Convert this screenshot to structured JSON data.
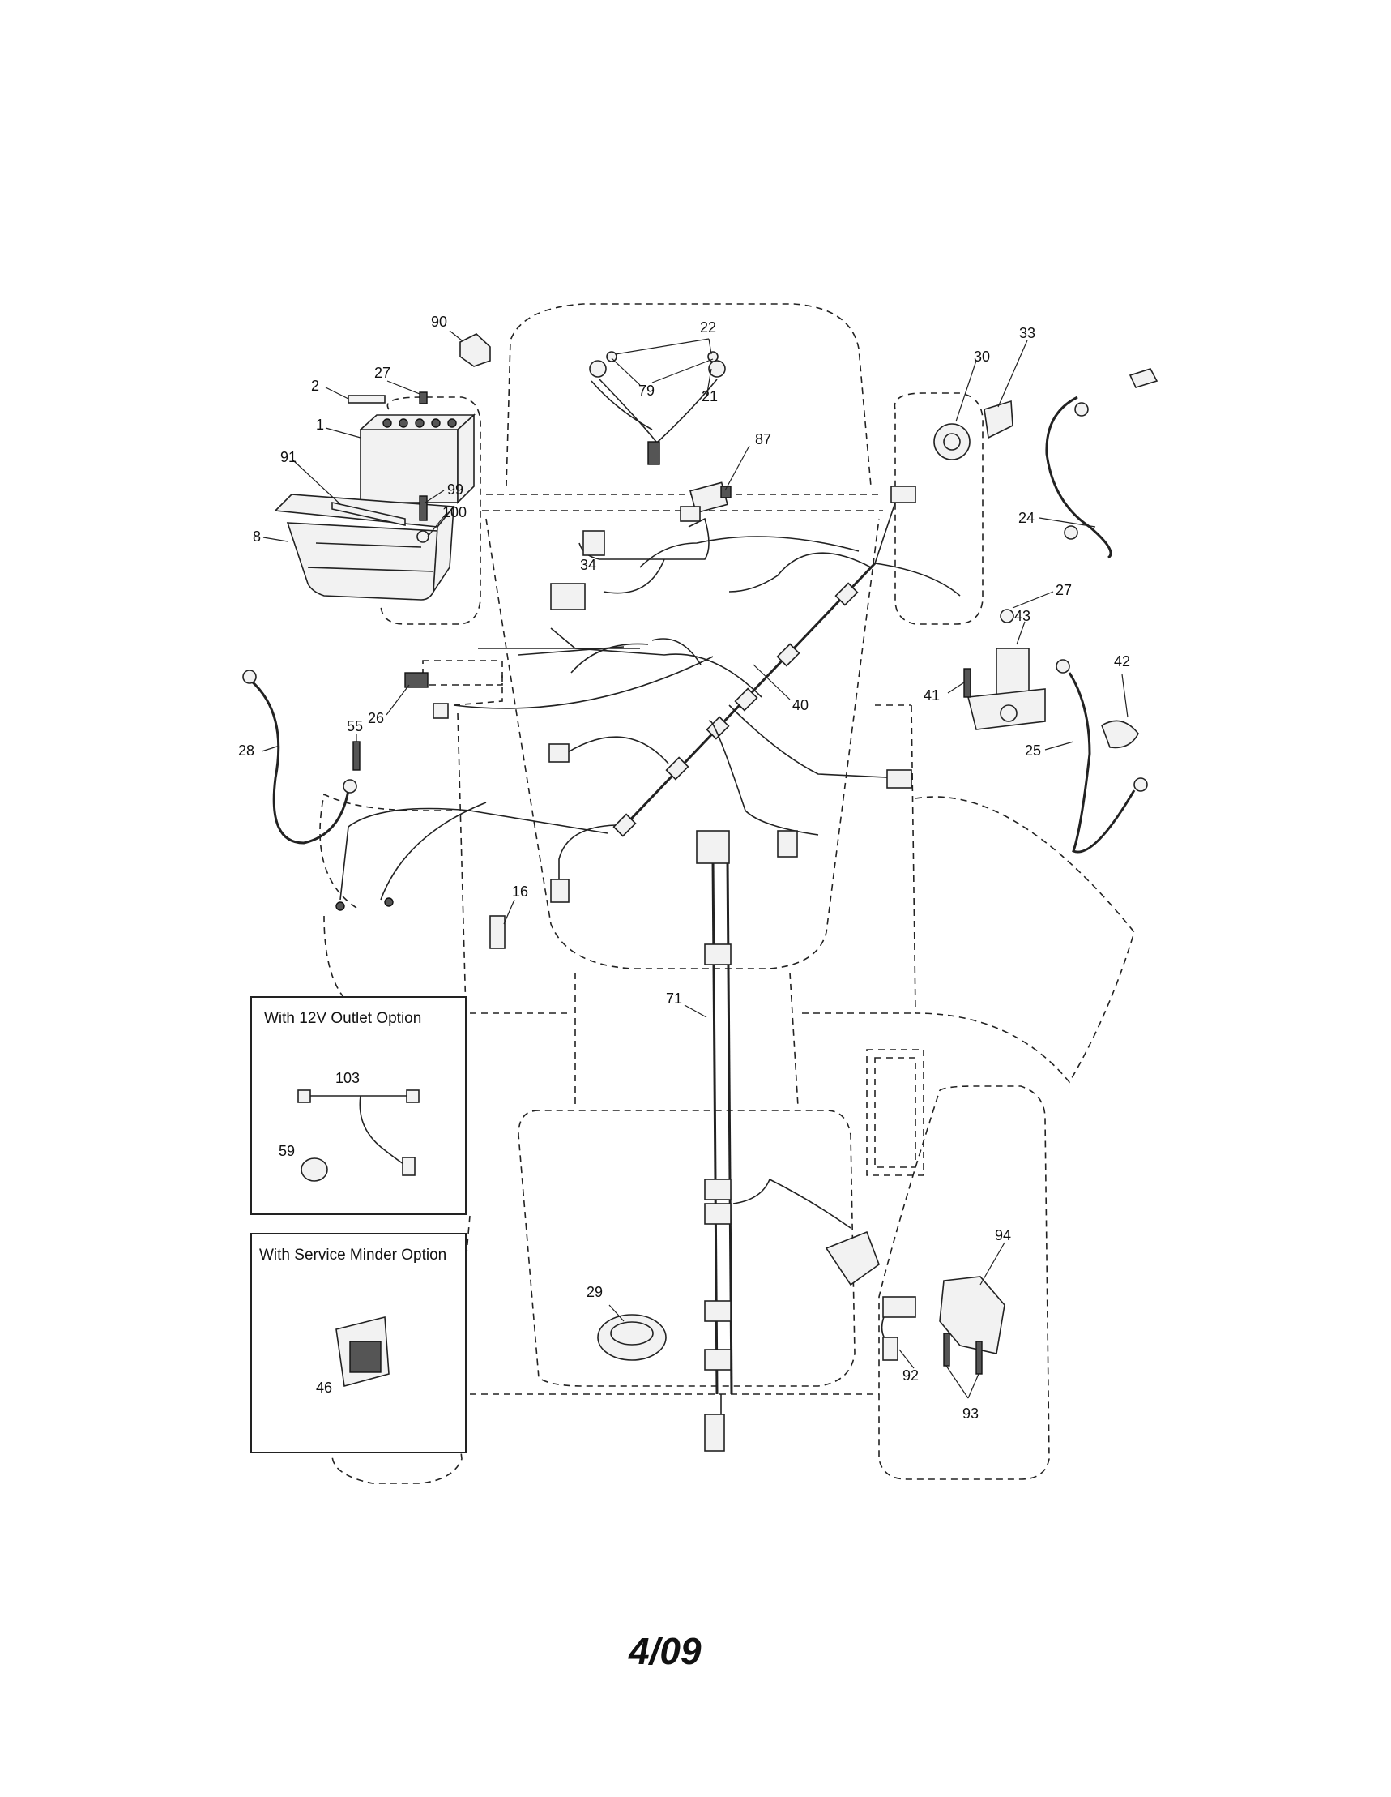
{
  "diagram": {
    "callouts": [
      "90",
      "22",
      "33",
      "27",
      "2",
      "30",
      "79",
      "21",
      "1",
      "87",
      "91",
      "99",
      "100",
      "8",
      "24",
      "34",
      "27",
      "43",
      "42",
      "41",
      "40",
      "26",
      "28",
      "55",
      "25",
      "16",
      "71",
      "94",
      "29",
      "92",
      "93",
      "103",
      "59",
      "46"
    ],
    "insets": {
      "outlet_title": "With 12V Outlet Option",
      "minder_title": "With Service Minder Option"
    },
    "footer_code": "4/09"
  }
}
